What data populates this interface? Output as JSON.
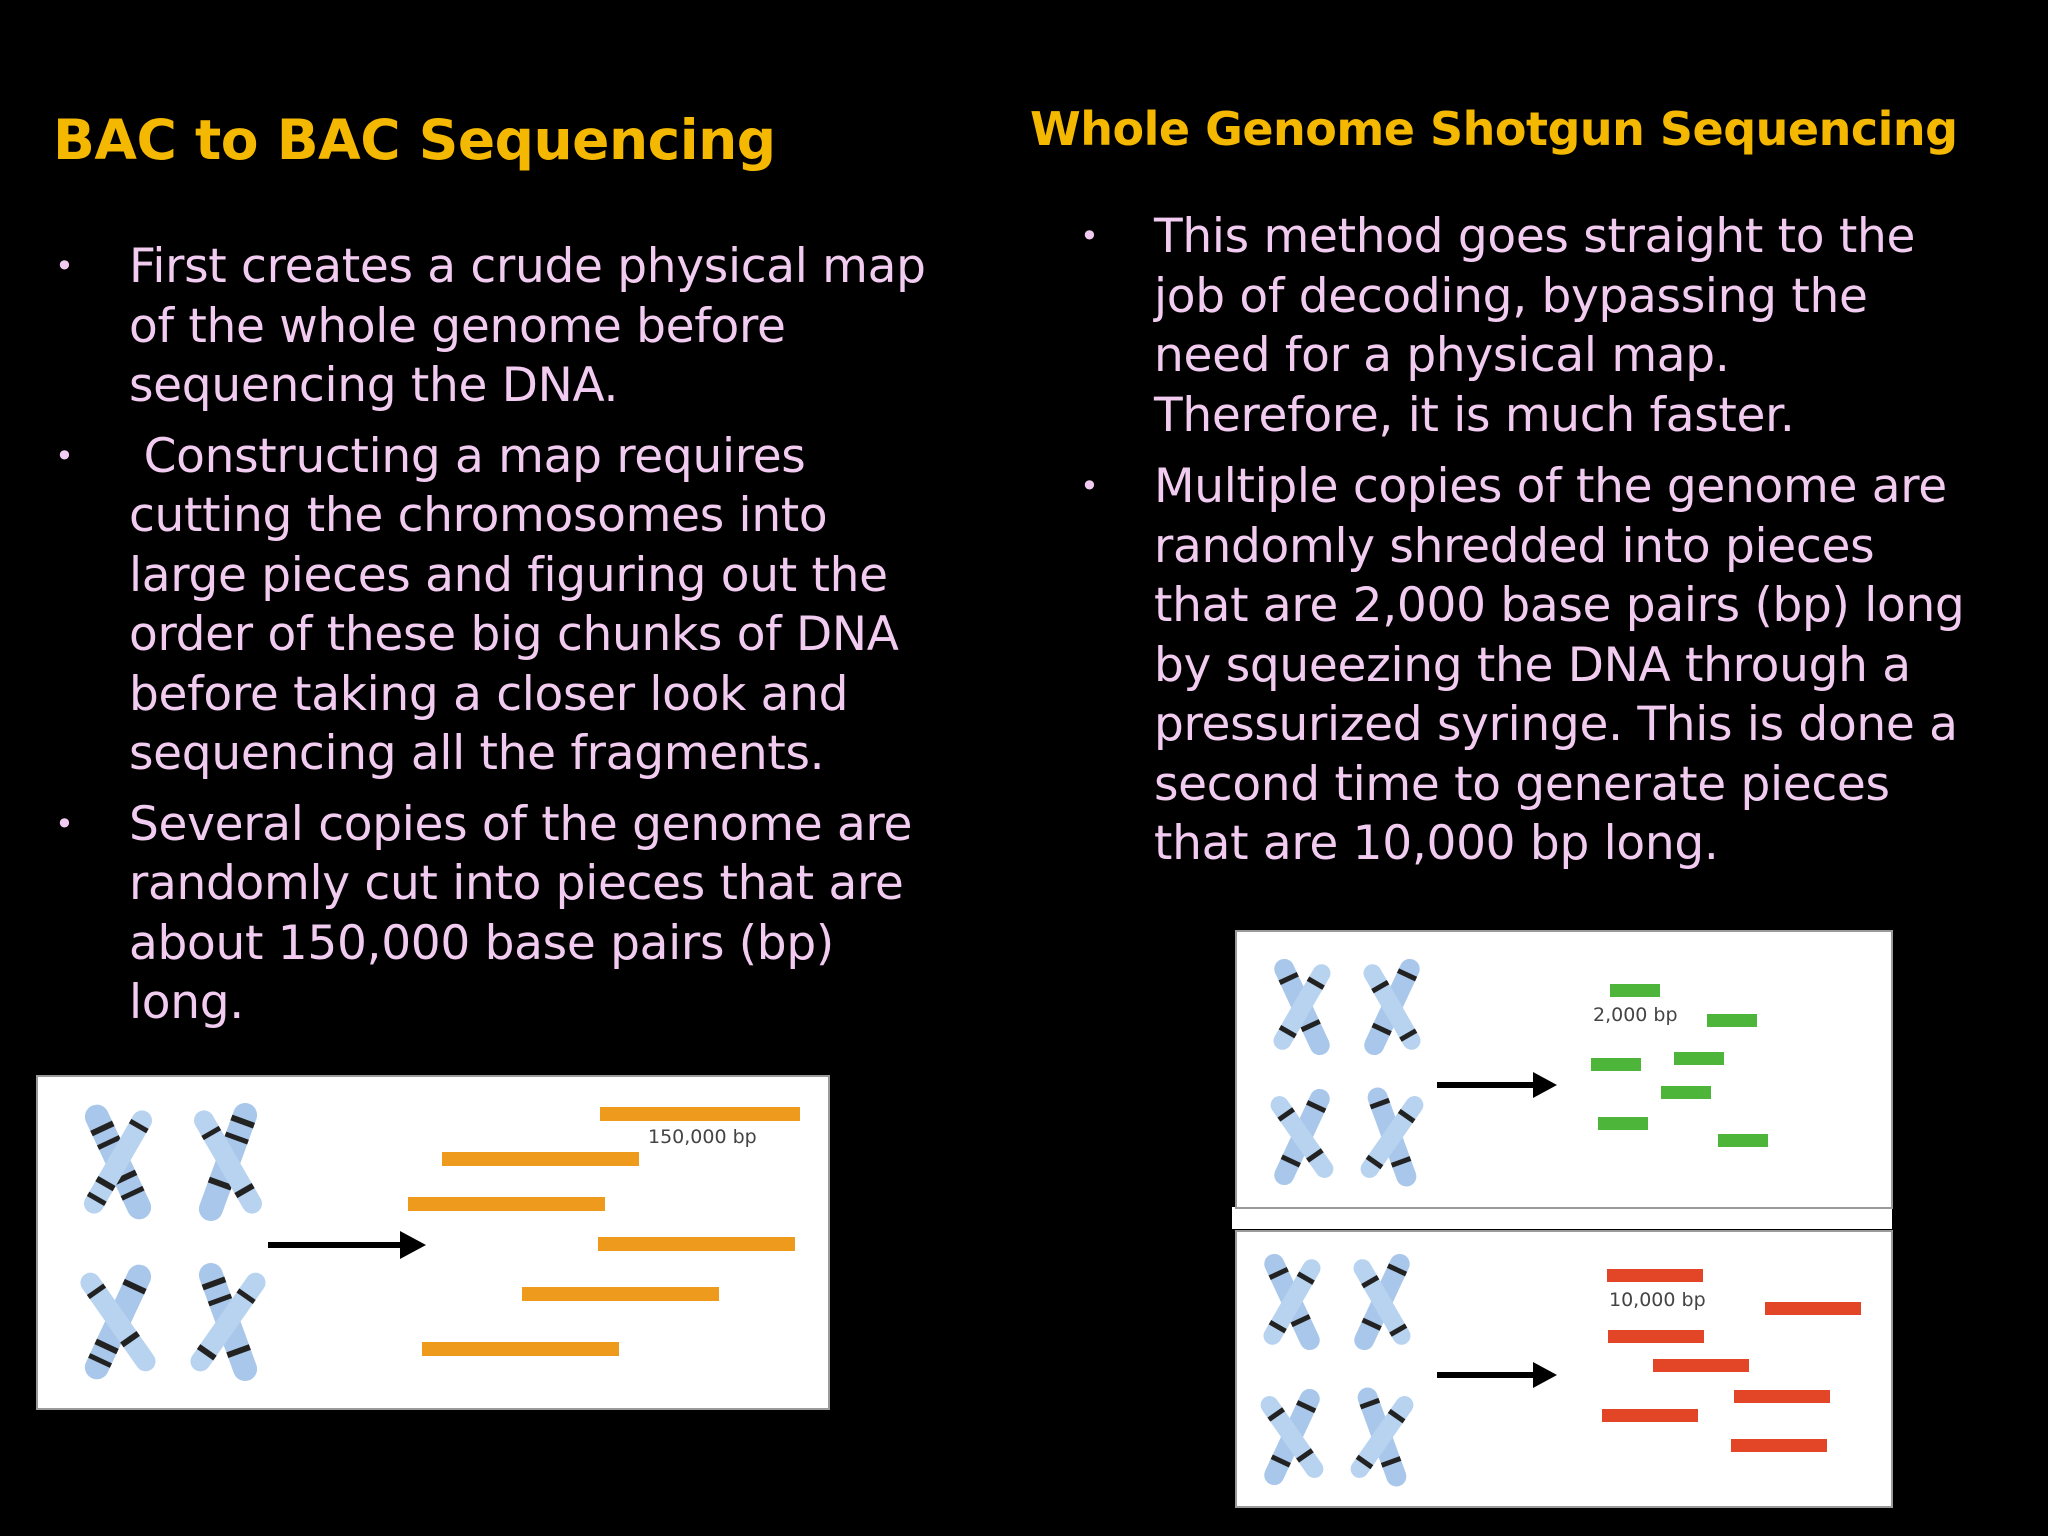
{
  "left": {
    "heading": "BAC to BAC Sequencing",
    "bullets": [
      "First creates a crude physical map of the whole genome before sequencing the DNA.",
      " Constructing a map requires cutting the chromosomes into large pieces and figuring out the order of these big chunks of DNA before taking a closer look and sequencing all the fragments.",
      "Several copies of the genome are randomly cut into pieces that are about 150,000 base pairs (bp) long."
    ],
    "figure_label": "150,000 bp"
  },
  "right": {
    "heading": "Whole Genome Shotgun Sequencing",
    "bullets": [
      "This method goes straight to the job of decoding, bypassing the need for a physical map. Therefore, it is much faster.",
      "Multiple copies of the genome are randomly shredded into pieces that are 2,000 base pairs (bp) long by squeezing the DNA through a pressurized syringe. This is done a second time to generate pieces that are 10,000 bp long."
    ],
    "figure_top_label": "2,000 bp",
    "figure_bottom_label": "10,000 bp"
  },
  "bullet_glyph": "•",
  "colors": {
    "background": "#000000",
    "heading": "#F5B800",
    "body_text": "#F2CCF0",
    "fragment_orange": "#EE9A1C",
    "fragment_green": "#4DB53A",
    "fragment_red": "#E34527"
  },
  "icons": [
    "chromosome-icon",
    "arrow-right-icon"
  ]
}
